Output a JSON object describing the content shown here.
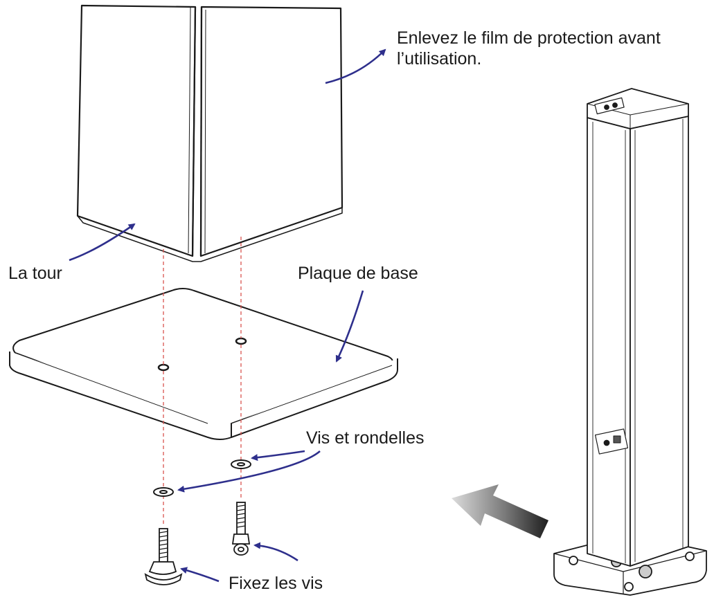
{
  "labels": {
    "film_line1": "Enlevez le film de protection avant",
    "film_line2": "l’utilisation.",
    "tower": "La tour",
    "base_plate": "Plaque de base",
    "screws_washers": "Vis et rondelles",
    "fix_screws": "Fixez les vis"
  },
  "colors": {
    "callout_arrow": "#2e2f8c",
    "guide_line": "#d9534f",
    "outline": "#1a1a1a",
    "direction_arrow_dark": "#222222",
    "direction_arrow_light": "#cfcfcf"
  }
}
